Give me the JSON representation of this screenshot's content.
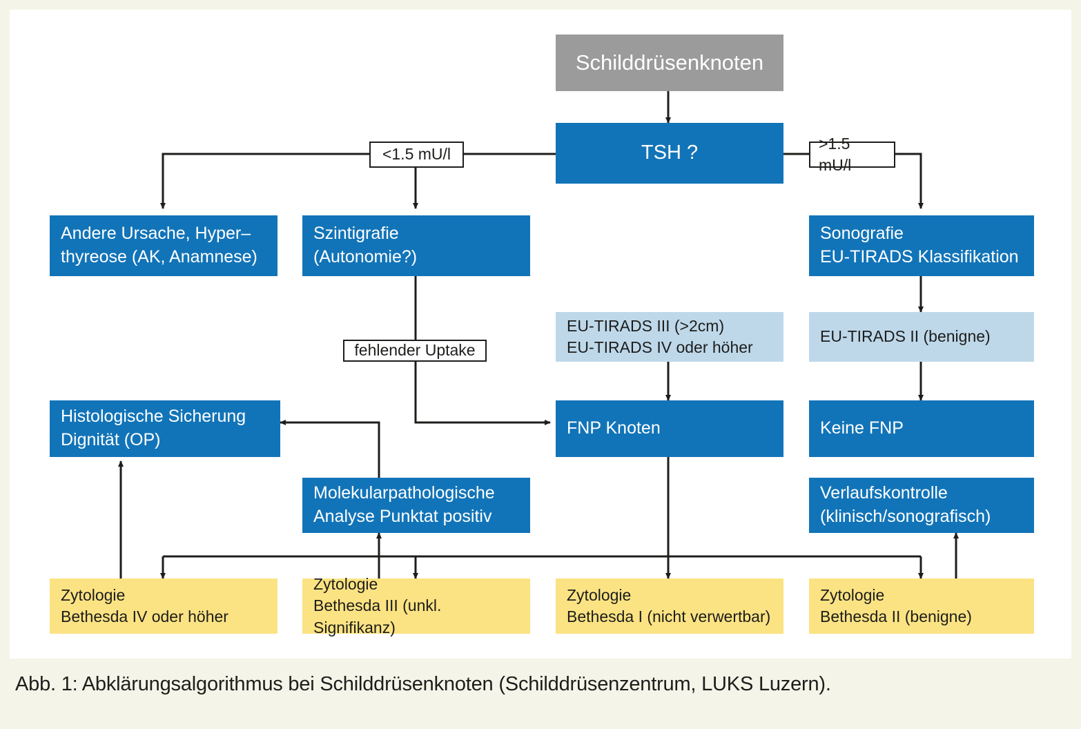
{
  "figure": {
    "caption": "Abb. 1: Abklärungsalgorithmus bei Schilddrüsenknoten (Schilddrüsenzentrum, LUKS Luzern).",
    "background_color": "#f4f4e8",
    "panel_color": "#ffffff"
  },
  "palette": {
    "gray": "#9b9b9b",
    "blue": "#1274b8",
    "light_blue": "#bed8ea",
    "yellow": "#fbe383",
    "line": "#1d1d1b",
    "text_light": "#ffffff",
    "text_dark": "#1d1d1b"
  },
  "chart_data": {
    "type": "diagram",
    "title": "Abklärungsalgorithmus bei Schilddrüsenknoten",
    "nodes": [
      {
        "id": "start",
        "label": "Schilddrüsenknoten",
        "style": "gray"
      },
      {
        "id": "tsh",
        "label": "TSH ?",
        "style": "blue"
      },
      {
        "id": "andere",
        "label": "Andere Ursache, Hyper–\nthyreose (AK, Anamnese)",
        "style": "blue"
      },
      {
        "id": "szinti",
        "label": "Szintigrafie\n(Autonomie?)",
        "style": "blue"
      },
      {
        "id": "sono",
        "label": "Sonografie\nEU-TIRADS Klassifikation",
        "style": "blue"
      },
      {
        "id": "tirads34",
        "label": "EU-TIRADS III (>2cm)\nEU-TIRADS IV oder höher",
        "style": "light_blue"
      },
      {
        "id": "tirads2",
        "label": "EU-TIRADS II (benigne)",
        "style": "light_blue"
      },
      {
        "id": "histo",
        "label": "Histologische Sicherung\nDignität (OP)",
        "style": "blue"
      },
      {
        "id": "fnp",
        "label": "FNP Knoten",
        "style": "blue"
      },
      {
        "id": "keinefnp",
        "label": "Keine FNP",
        "style": "blue"
      },
      {
        "id": "molpath",
        "label": "Molekularpathologische\nAnalyse Punktat positiv",
        "style": "blue"
      },
      {
        "id": "verlauf",
        "label": "Verlaufskontrolle\n(klinisch/sonografisch)",
        "style": "blue"
      },
      {
        "id": "zyto4",
        "label": "Zytologie\nBethesda IV oder höher",
        "style": "yellow"
      },
      {
        "id": "zyto3",
        "label": "Zytologie\nBethesda III (unkl. Signifikanz)",
        "style": "yellow"
      },
      {
        "id": "zyto1",
        "label": "Zytologie\nBethesda I (nicht verwertbar)",
        "style": "yellow"
      },
      {
        "id": "zyto2",
        "label": "Zytologie\nBethesda II (benigne)",
        "style": "yellow"
      }
    ],
    "edge_labels": [
      {
        "id": "tsh_low",
        "label": "<1.5 mU/l"
      },
      {
        "id": "tsh_high",
        "label": ">1.5 mU/l"
      },
      {
        "id": "uptake",
        "label": "fehlender Uptake"
      }
    ],
    "edges": [
      {
        "from": "start",
        "to": "tsh"
      },
      {
        "from": "tsh",
        "to": "andere",
        "label": "<1.5 mU/l"
      },
      {
        "from": "tsh",
        "to": "szinti",
        "label": "<1.5 mU/l"
      },
      {
        "from": "tsh",
        "to": "sono",
        "label": ">1.5 mU/l"
      },
      {
        "from": "sono",
        "to": "tirads2"
      },
      {
        "from": "tirads2",
        "to": "keinefnp"
      },
      {
        "from": "tirads34",
        "to": "fnp"
      },
      {
        "from": "szinti",
        "to": "fnp",
        "label": "fehlender Uptake"
      },
      {
        "from": "fnp",
        "to": "zyto1"
      },
      {
        "from": "bus",
        "to": "zyto4"
      },
      {
        "from": "bus",
        "to": "zyto3"
      },
      {
        "from": "zyto3",
        "to": "molpath"
      },
      {
        "from": "molpath",
        "to": "histo"
      },
      {
        "from": "zyto4",
        "to": "histo"
      },
      {
        "from": "zyto2",
        "to": "verlauf"
      }
    ]
  },
  "nodes": {
    "start": {
      "label": "Schilddrüsenknoten"
    },
    "tsh": {
      "label": "TSH ?"
    },
    "andere": {
      "line1": "Andere Ursache, Hyper–",
      "line2": "thyreose (AK, Anamnese)"
    },
    "szinti": {
      "line1": "Szintigrafie",
      "line2": "(Autonomie?)"
    },
    "sono": {
      "line1": "Sonografie",
      "line2": "EU-TIRADS Klassifikation"
    },
    "tirads34": {
      "line1": "EU-TIRADS III (>2cm)",
      "line2": "EU-TIRADS IV oder höher"
    },
    "tirads2": {
      "line1": "EU-TIRADS II (benigne)"
    },
    "histo": {
      "line1": "Histologische Sicherung",
      "line2": "Dignität (OP)"
    },
    "fnp": {
      "line1": "FNP Knoten"
    },
    "keinefnp": {
      "line1": "Keine FNP"
    },
    "molpath": {
      "line1": "Molekularpathologische",
      "line2": "Analyse Punktat positiv"
    },
    "verlauf": {
      "line1": "Verlaufskontrolle",
      "line2": "(klinisch/sonografisch)"
    },
    "zyto4": {
      "line1": "Zytologie",
      "line2": "Bethesda IV oder höher"
    },
    "zyto3": {
      "line1": "Zytologie",
      "line2": "Bethesda III (unkl. Signifikanz)"
    },
    "zyto1": {
      "line1": "Zytologie",
      "line2": "Bethesda I (nicht verwertbar)"
    },
    "zyto2": {
      "line1": "Zytologie",
      "line2": "Bethesda II (benigne)"
    }
  },
  "edge_labels": {
    "tsh_low": "<1.5 mU/l",
    "tsh_high": ">1.5 mU/l",
    "uptake": "fehlender Uptake"
  }
}
